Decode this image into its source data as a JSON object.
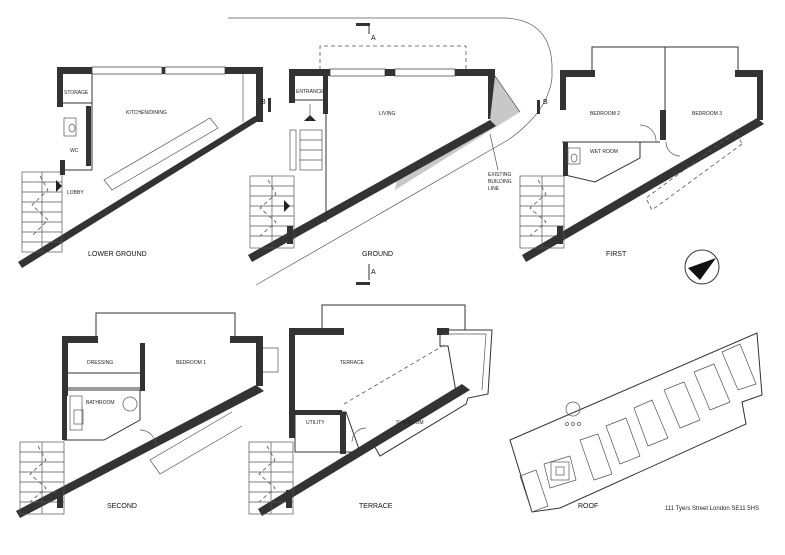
{
  "plans": {
    "lower_ground": {
      "title": "LOWER GROUND",
      "rooms": {
        "storage": "STORAGE",
        "kitchen_dining": "KITCHEN/DINING",
        "wc": "WC",
        "lobby": "LOBBY"
      }
    },
    "ground": {
      "title": "GROUND",
      "rooms": {
        "entrance": "ENTRANCE",
        "living": "LIVING"
      },
      "annotation": [
        "EXISTING",
        "BUILDING",
        "LINE"
      ]
    },
    "first": {
      "title": "FIRST",
      "rooms": {
        "bedroom2": "BEDROOM 2",
        "bedroom3": "BEDROOM 3",
        "wet_room": "WET ROOM"
      }
    },
    "second": {
      "title": "SECOND",
      "rooms": {
        "dressing": "DRESSING",
        "bedroom1": "BEDROOM 1",
        "bathroom": "BATHROOM"
      }
    },
    "terrace": {
      "title": "TERRACE",
      "rooms": {
        "terrace": "TERRACE",
        "utility": "UTILITY",
        "sun_room": "SUN ROOM"
      }
    },
    "roof": {
      "title": "ROOF"
    }
  },
  "section_markers": {
    "a_top": "A",
    "a_bottom": "A",
    "b_left": "B",
    "b_right": "B"
  },
  "address": "111 Tyers Street London SE11 5HS"
}
